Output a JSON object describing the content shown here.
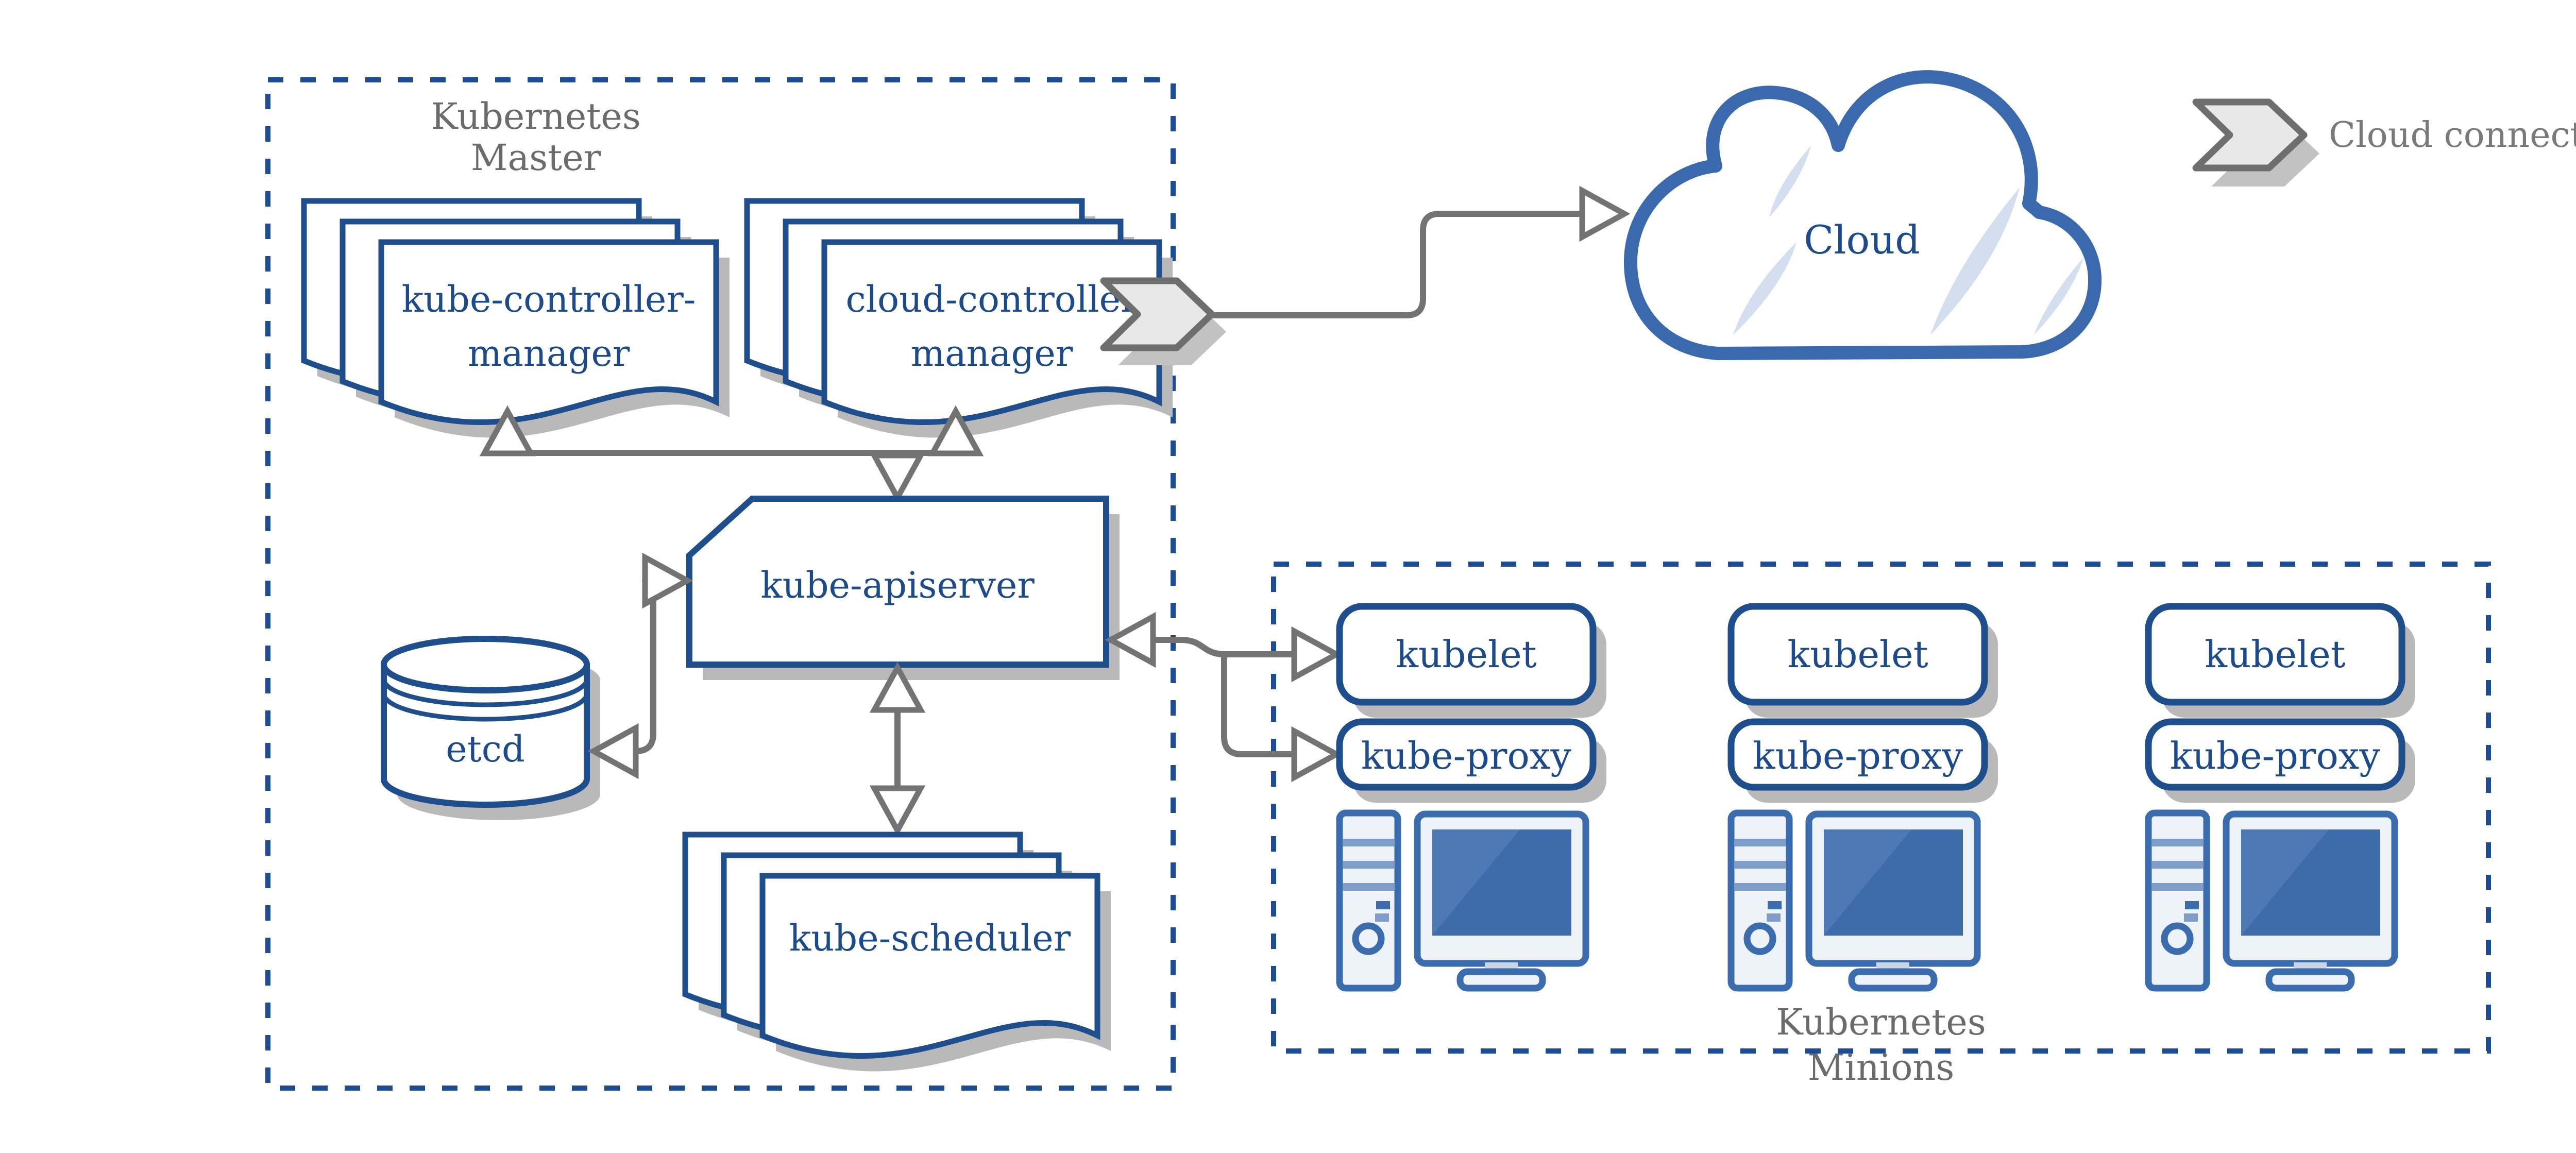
{
  "master": {
    "title_line1": "Kubernetes",
    "title_line2": "Master",
    "kube_controller_manager_line1": "kube-controller-",
    "kube_controller_manager_line2": "manager",
    "cloud_controller_manager_line1": "cloud-controller",
    "cloud_controller_manager_line2": "manager",
    "kube_apiserver": "kube-apiserver",
    "etcd": "etcd",
    "kube_scheduler": "kube-scheduler"
  },
  "cloud": {
    "label": "Cloud"
  },
  "legend": {
    "cloud_connector": "Cloud connector"
  },
  "minions": {
    "title_line1": "Kubernetes",
    "title_line2": "Minions",
    "nodes": [
      {
        "kubelet": "kubelet",
        "kube_proxy": "kube-proxy"
      },
      {
        "kubelet": "kubelet",
        "kube_proxy": "kube-proxy"
      },
      {
        "kubelet": "kubelet",
        "kube_proxy": "kube-proxy"
      }
    ]
  },
  "colors": {
    "node_border_blue": "#1f4e8c",
    "node_text_blue": "#1d4a8a",
    "dashed_border_blue": "#1d4c96",
    "group_label_gray": "#6b6b6b",
    "legend_text_gray": "#7a7a7a",
    "connector_gray": "#737373",
    "shadow_gray": "#b9b9b9",
    "cloud_border_blue": "#3a6aad",
    "cloud_highlight_blue": "#d3deee",
    "computer_blue": "#3a6cae",
    "computer_screen_blue": "#3e6cab",
    "computer_fill": "#eef3fa"
  }
}
